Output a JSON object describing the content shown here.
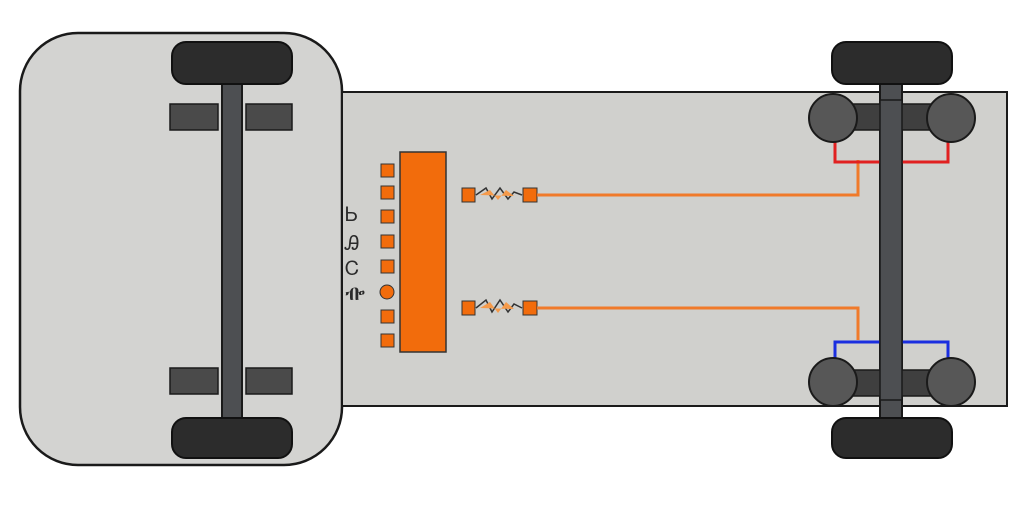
{
  "diagram": {
    "left_labels": [
      "Ꮟ",
      "Ꭿ",
      "Ꮯ",
      "ᎇ"
    ],
    "colors": {
      "cab": "#d3d3d1",
      "frame": "#d0d0cd",
      "outline": "#1a1a1a",
      "tire": "#2c2c2c",
      "axle": "#4d4f52",
      "hub": "#555555",
      "controller": "#f26c0c",
      "harness": "#f07a2a",
      "line_top": "#e12020",
      "line_bottom": "#1a2ee0"
    },
    "icons": {
      "front_axle": "axle-icon",
      "rear_axle": "axle-icon",
      "controller": "control-module-icon",
      "connector": "connector-icon"
    }
  }
}
